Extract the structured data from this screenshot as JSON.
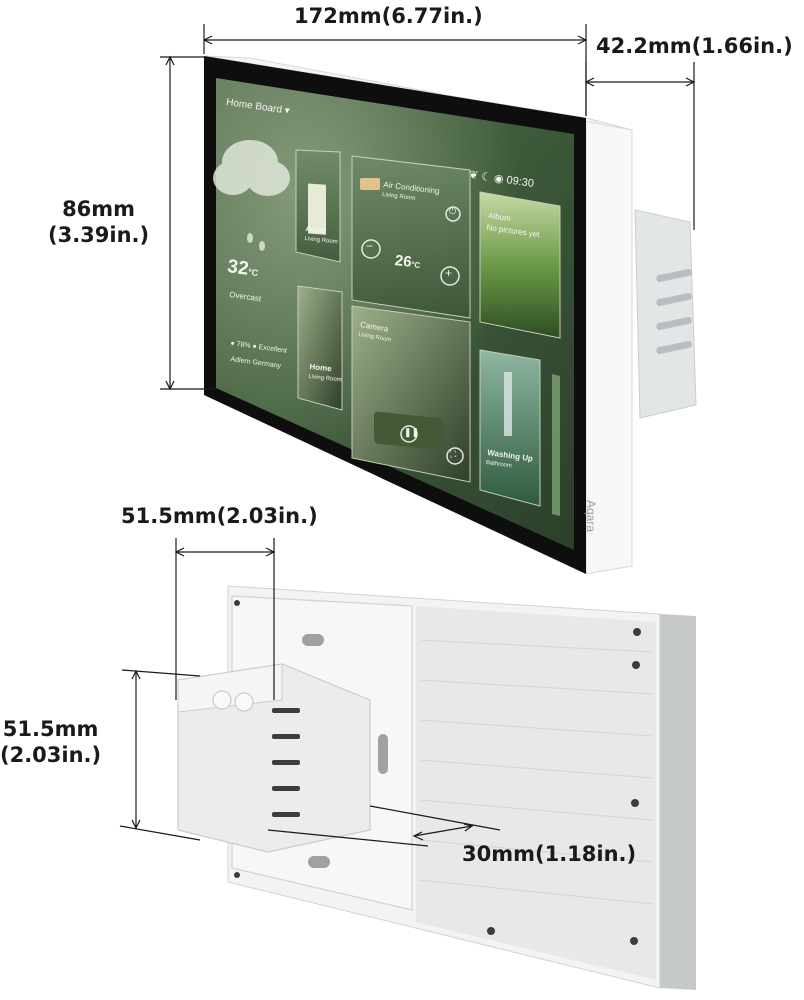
{
  "dimensions": {
    "width": "172mm(6.77in.)",
    "depth": "42.2mm(1.66in.)",
    "height_line1": "86mm",
    "height_line2": "(3.39in.)",
    "box_width": "51.5mm(2.03in.)",
    "box_height_line1": "51.5mm",
    "box_height_line2": "(2.03in.)",
    "box_depth": "30mm(1.18in.)"
  },
  "screen": {
    "board_title": "Home Board",
    "time": "09:30",
    "weather": {
      "temperature": "32",
      "unit": "°C",
      "condition": "Overcast",
      "humidity": "78%",
      "air_quality": "Excellent",
      "location": "Adlern Germany"
    },
    "scenes": [
      {
        "title": "Away",
        "room": "Living Room"
      },
      {
        "title": "Home",
        "room": "Living Room"
      }
    ],
    "ac": {
      "title": "Air Conditioning",
      "room": "Living Room",
      "temperature": "26",
      "unit": "°C",
      "minus": "−",
      "plus": "+"
    },
    "album": {
      "title": "Album",
      "subtitle": "No pictures yet"
    },
    "camera": {
      "title": "Camera",
      "room": "Living Room"
    },
    "washing": {
      "title": "Washing Up",
      "room": "Bathroom"
    },
    "brand": "Aqara"
  },
  "colors": {
    "bezel": "#101010",
    "frame": "#eef0f1",
    "screen_bg": "#3e5a3a",
    "dim_line": "#1a1a1a"
  }
}
